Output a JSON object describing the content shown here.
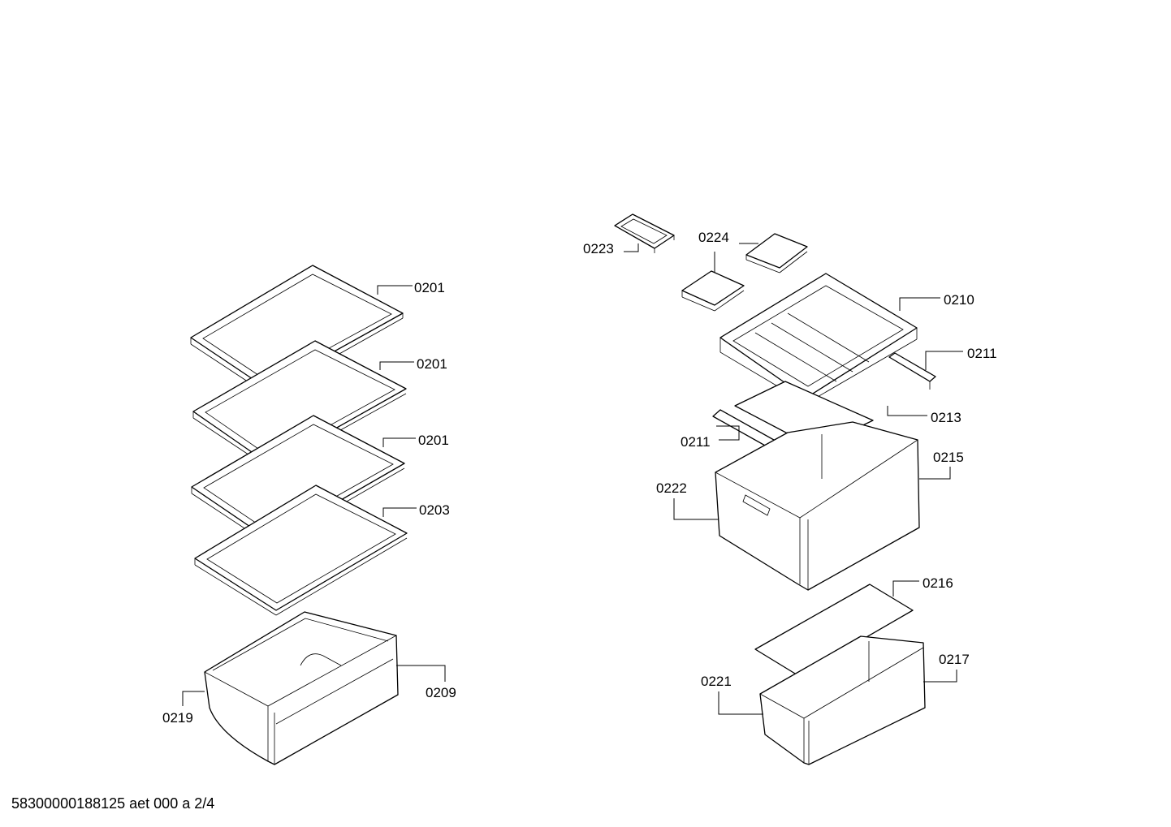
{
  "labels": {
    "shelf_1": "0201",
    "shelf_2": "0201",
    "shelf_3": "0201",
    "shelf_4": "0203",
    "crisper_bin": "0209",
    "crisper_cover": "0219",
    "ice_tray": "0223",
    "ice_pack_top": "0224",
    "tray": "0210",
    "rail_right": "0211",
    "glass_plate_top": "0213",
    "rail_left": "0211",
    "drawer_upper": "0215",
    "drawer_front_upper": "0222",
    "glass_plate_bottom": "0216",
    "drawer_lower": "0217",
    "drawer_front_lower": "0221"
  },
  "footer": "58300000188125 aet 000 a 2/4"
}
